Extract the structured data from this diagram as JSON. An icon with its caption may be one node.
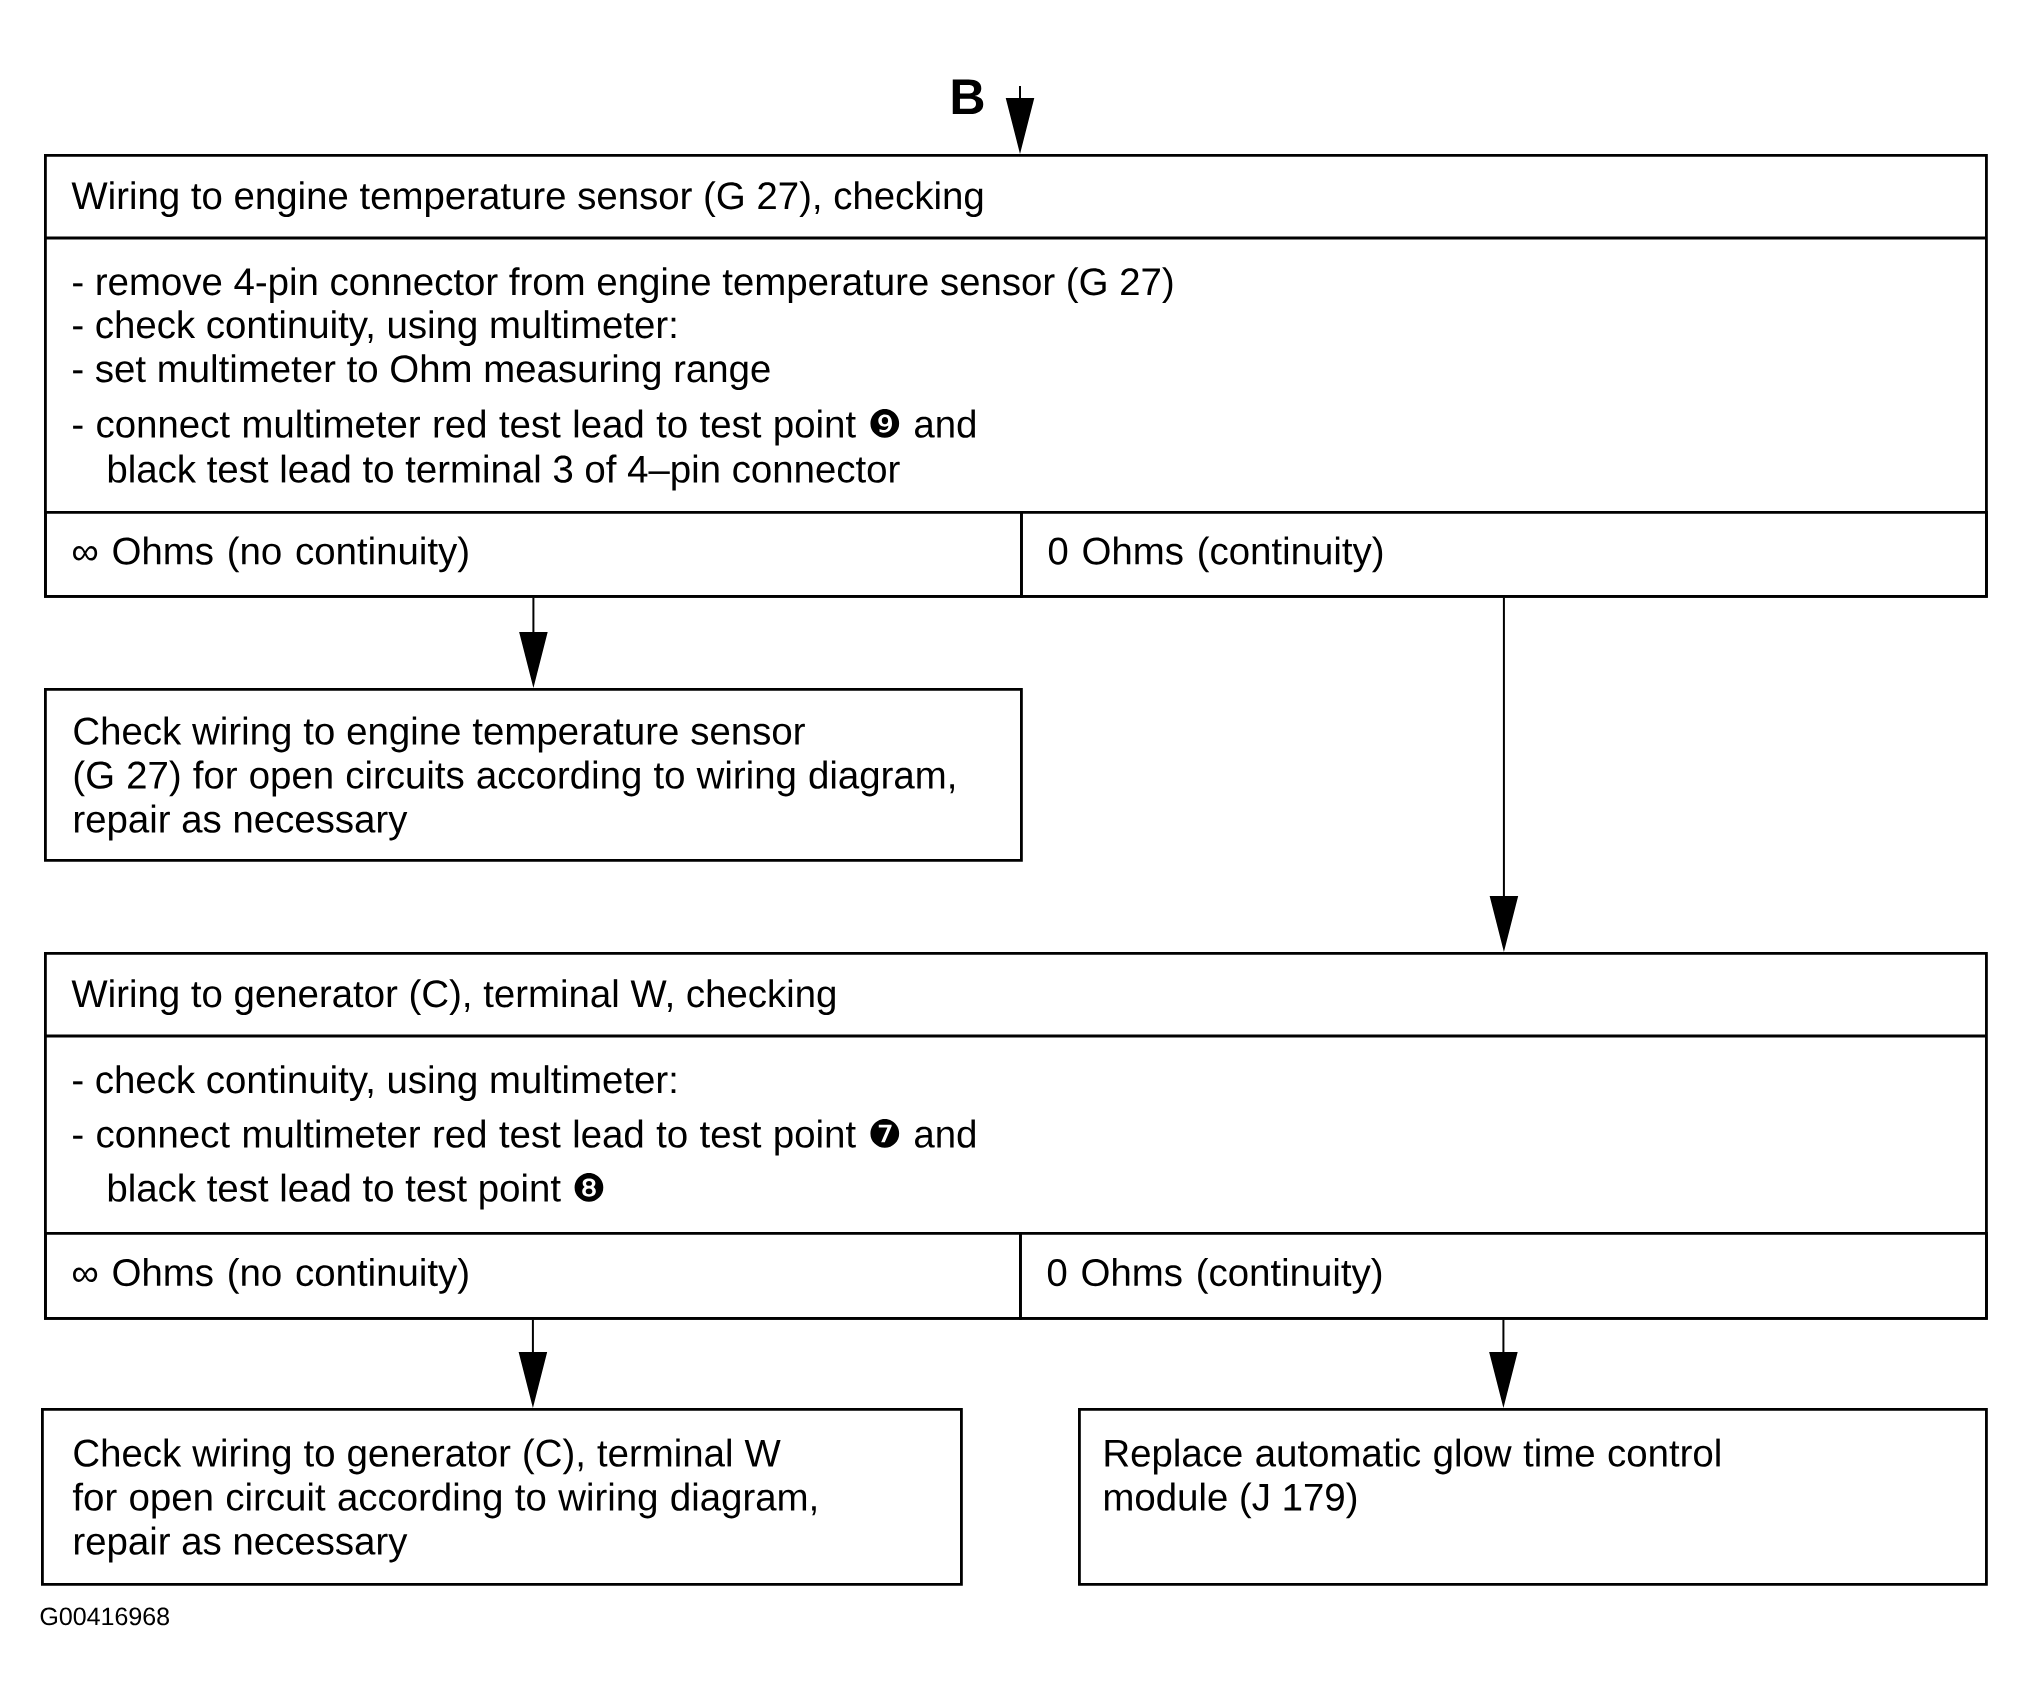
{
  "diagram": {
    "nodes": [
      {
        "text": [
          "Wiring to engine temperature sensor (G 27), checking",
          "- remove 4-pin connector from engine temperature sensor (G 27)",
          "- check continuity, using multimeter:",
          "- set multimeter to Ohm measuring range",
          "- connect multimeter red test lead to test point ❾ and black test lead to terminal 3 of 4–pin connector"
        ]
      },
      {
        "text": [
          "∞ Ohms (no continuity)"
        ],
        "in": 0
      },
      {
        "text": [
          "0 Ohms (continuity)"
        ],
        "in": 0
      },
      {
        "text": [
          "Check wiring to engine temperature sensor (G 27) for open circuits according to wiring diagram, repair as necessary"
        ]
      },
      {
        "text": [
          "Wiring to generator (C), terminal W, checking",
          "- check continuity, using multimeter:",
          "- connect multimeter red test lead to test point ❼ and black test lead to test point ❽"
        ]
      },
      {
        "text": [
          "∞ Ohms (no continuity)"
        ],
        "in": 4
      },
      {
        "text": [
          "0 Ohms (continuity)"
        ],
        "in": 4
      },
      {
        "text": [
          "Check wiring to generator (C), terminal W for open circuit according to wiring diagram, repair as necessary"
        ]
      },
      {
        "text": [
          "Replace automatic glow time control module (J 179)"
        ]
      }
    ],
    "edges": [
      {
        "from": null,
        "to": 0,
        "arrow": "to"
      },
      {
        "from": 1,
        "to": 3,
        "arrow": "to"
      },
      {
        "from": 2,
        "to": 4,
        "arrow": "to"
      },
      {
        "from": 5,
        "to": 7,
        "arrow": "to"
      },
      {
        "from": 6,
        "to": 8,
        "arrow": "to"
      }
    ],
    "labels": [
      "B",
      "G00416968"
    ]
  }
}
